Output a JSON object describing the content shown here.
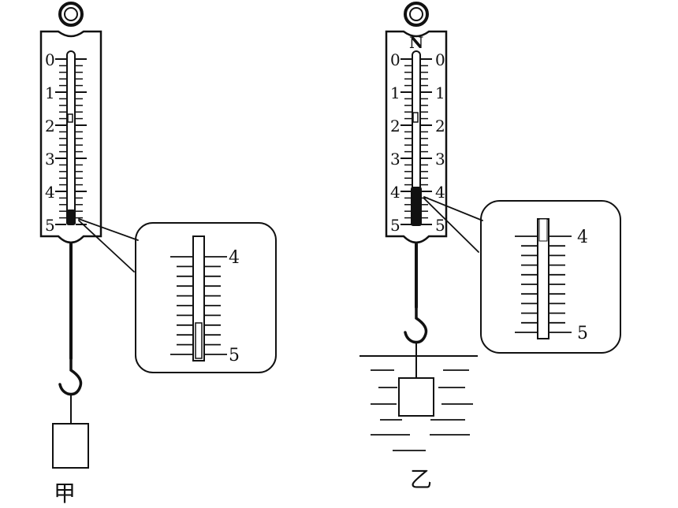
{
  "scale": {
    "unit": "N",
    "major_ticks": [
      "0",
      "1",
      "2",
      "3",
      "4",
      "5"
    ],
    "magnified_ticks": [
      "4",
      "5"
    ]
  },
  "caption_left": "甲",
  "caption_right": "乙"
}
